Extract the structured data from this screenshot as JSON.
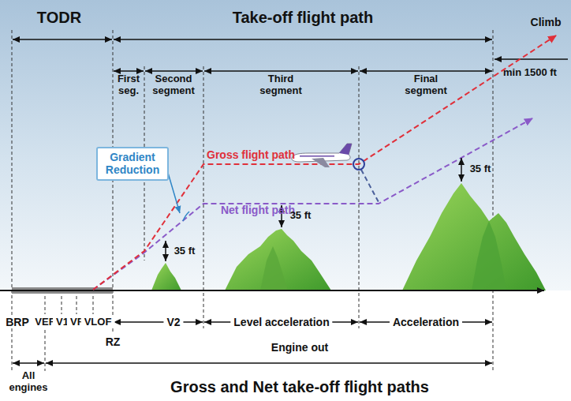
{
  "diagram": {
    "caption": "Gross and Net take-off flight paths",
    "nodes": [
      {
        "text": [
          "Gradient Reduction"
        ]
      }
    ],
    "labels": [
      "TODR",
      "Take-off flight path",
      "Climb",
      "First seg.",
      "Second segment",
      "Third segment",
      "Final segment",
      "min 1500 ft",
      "Gross flight path",
      "Net flight path",
      "35 ft",
      "35 ft",
      "35 ft",
      "BRP",
      "VEF",
      "V1",
      "VR",
      "VLOF",
      "V2",
      "Level acceleration",
      "Acceleration",
      "RZ",
      "Engine out",
      "All engines"
    ]
  }
}
